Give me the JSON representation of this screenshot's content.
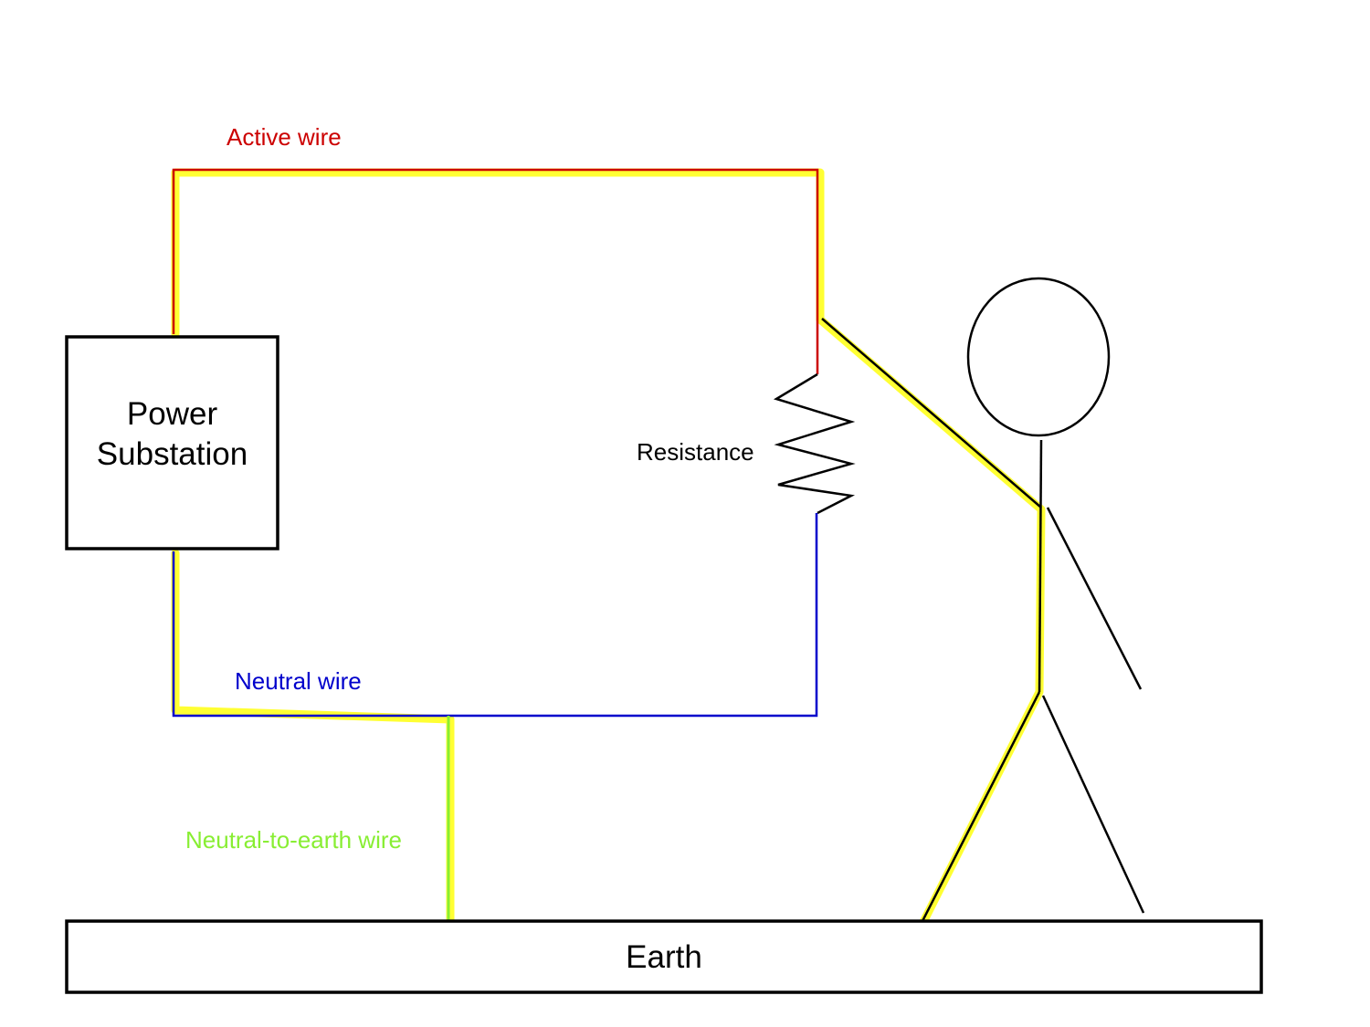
{
  "labels": {
    "active_wire": "Active wire",
    "neutral_wire": "Neutral wire",
    "neutral_to_earth_wire": "Neutral-to-earth wire",
    "resistance": "Resistance",
    "power_substation_line1": "Power",
    "power_substation_line2": "Substation",
    "earth": "Earth"
  },
  "colors": {
    "active_wire": "#cc0000",
    "neutral_wire": "#0000cc",
    "neutral_to_earth_wire": "#88ee33",
    "current_path_highlight": "#ffff33",
    "outline": "#000000",
    "background": "#ffffff"
  }
}
